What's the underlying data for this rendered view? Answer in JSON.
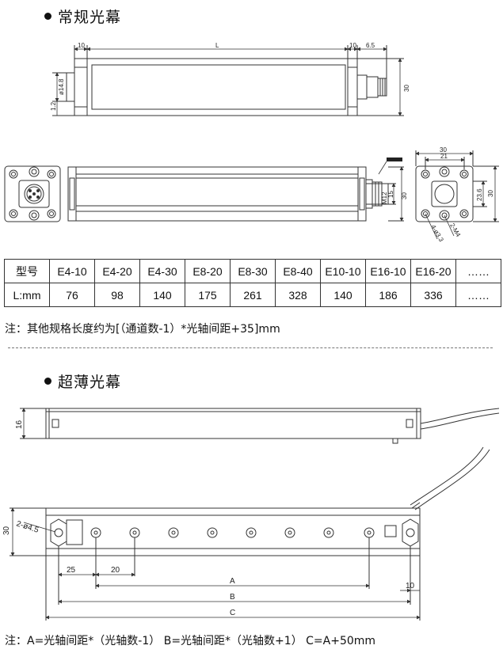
{
  "section1": {
    "title": "常规光幕"
  },
  "section2": {
    "title": "超薄光幕"
  },
  "dims_top": {
    "d10a": "10",
    "L": "L",
    "d10b": "10",
    "d65": "6.5",
    "d30": "30",
    "phi": "ø14.8",
    "d12": "1.2"
  },
  "dims_mid": {
    "conn": "M12",
    "d15": "15",
    "d30": "30",
    "m12": "M12",
    "w30": "30",
    "w21": "21",
    "h236": "23.6",
    "h30": "30",
    "hole": "4-ø3.3",
    "m4": "2-M4"
  },
  "table": {
    "header": [
      "型号",
      "E4-10",
      "E4-20",
      "E4-30",
      "E8-20",
      "E8-30",
      "E8-40",
      "E10-10",
      "E16-10",
      "E16-20",
      "……"
    ],
    "row": [
      "L:mm",
      "76",
      "98",
      "140",
      "175",
      "261",
      "328",
      "140",
      "186",
      "336",
      "……"
    ]
  },
  "note1": "注：其他规格长度约为[（通道数-1）*光轴间距+35]mm",
  "dims_bottom": {
    "d16": "16",
    "d30": "30",
    "hole": "2-ø4.5",
    "d25": "25",
    "d20": "20",
    "A": "A",
    "B": "B",
    "C": "C",
    "d10": "10"
  },
  "note2": "注：A=光轴间距*（光轴数-1）   B=光轴间距*（光轴数+1）   C=A+50mm"
}
